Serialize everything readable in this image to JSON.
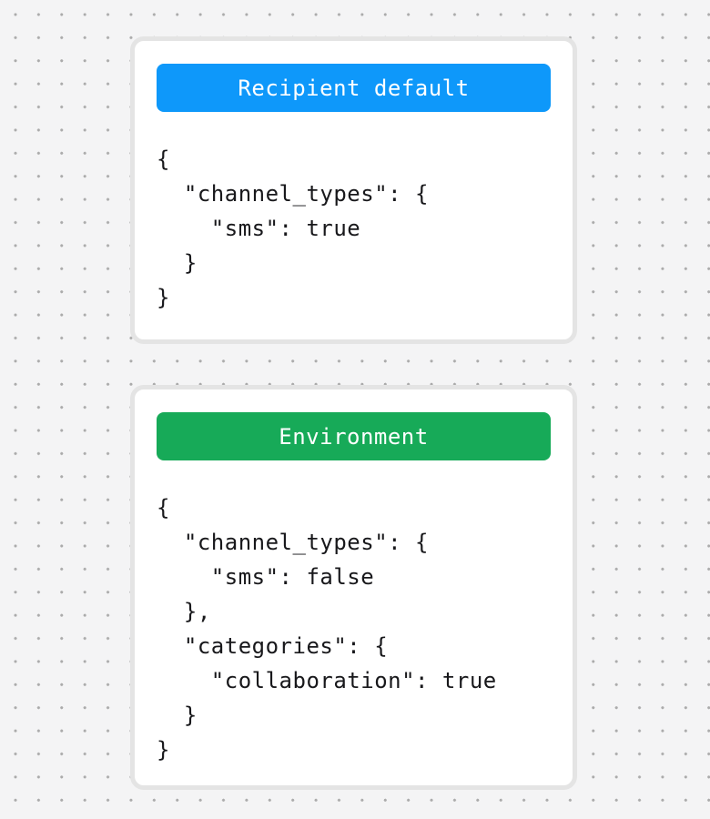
{
  "page": {
    "background_color": "#f4f4f5",
    "dot_color": "#ababab",
    "card_border_color": "#e4e4e4"
  },
  "cards": [
    {
      "title": "Recipient default",
      "header_color": "#0e98fa",
      "title_color": "#ffffff",
      "code_lines": [
        "{",
        "  \"channel_types\": {",
        "    \"sms\": true",
        "  }",
        "}"
      ]
    },
    {
      "title": "Environment",
      "header_color": "#17aa58",
      "title_color": "#ffffff",
      "code_lines": [
        "{",
        "  \"channel_types\": {",
        "    \"sms\": false",
        "  },",
        "  \"categories\": {",
        "    \"collaboration\": true",
        "  }",
        "}"
      ]
    }
  ]
}
